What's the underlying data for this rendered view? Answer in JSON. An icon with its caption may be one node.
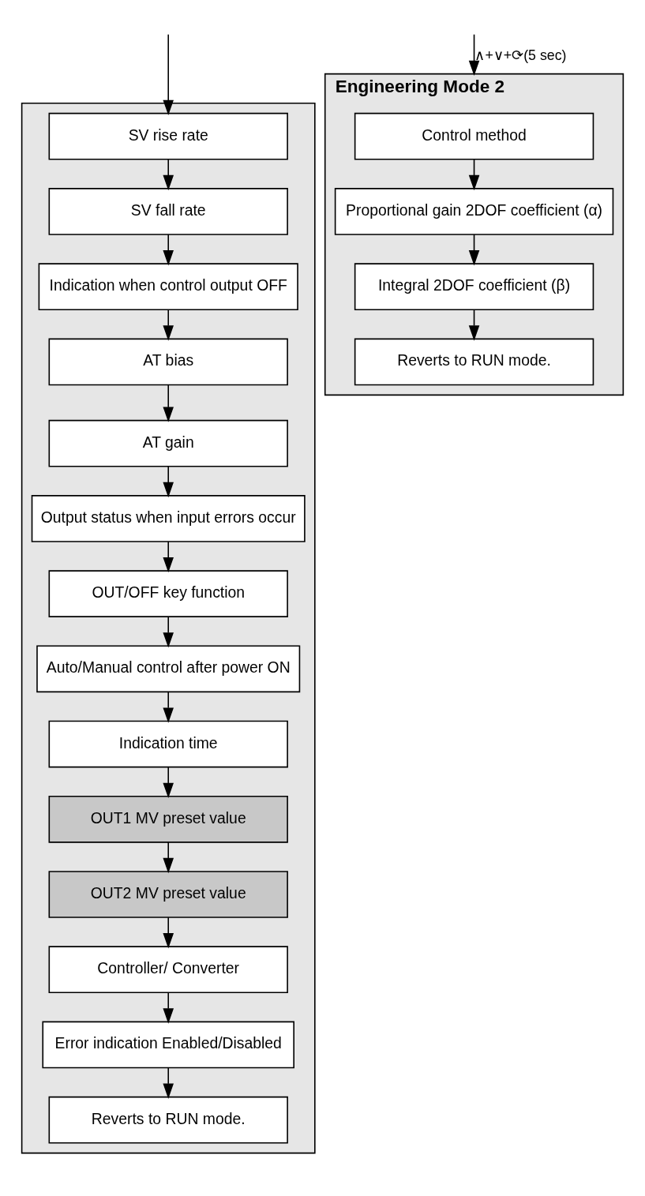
{
  "diagram": {
    "nodes": [
      {
        "text": [],
        "shape": "box"
      },
      {
        "text": [
          "SV rise rate"
        ],
        "in": 0
      },
      {
        "text": [
          "SV fall rate"
        ],
        "in": 0
      },
      {
        "text": [
          "Indication when control output OFF"
        ],
        "in": 0
      },
      {
        "text": [
          "AT bias"
        ],
        "in": 0
      },
      {
        "text": [
          "AT gain"
        ],
        "in": 0
      },
      {
        "text": [
          "Output status when input errors occur"
        ],
        "in": 0
      },
      {
        "text": [
          "OUT/OFF key function"
        ],
        "in": 0
      },
      {
        "text": [
          "Auto/Manual control after power ON"
        ],
        "in": 0
      },
      {
        "text": [
          "Indication time"
        ],
        "in": 0
      },
      {
        "text": [
          "OUT1 MV preset value"
        ],
        "in": 0
      },
      {
        "text": [
          "OUT2 MV preset value"
        ],
        "in": 0
      },
      {
        "text": [
          "Controller/ Converter"
        ],
        "in": 0
      },
      {
        "text": [
          "Error indication Enabled/Disabled"
        ],
        "in": 0
      },
      {
        "text": [
          "Reverts to RUN mode."
        ],
        "in": 0
      },
      {
        "text": [
          "Engineering Mode 2"
        ]
      },
      {
        "text": [
          "Control method"
        ],
        "in": 15
      },
      {
        "text": [
          "Proportional gain 2DOF coefficient (α)"
        ],
        "in": 15
      },
      {
        "text": [
          "Integral 2DOF coefficient (β)"
        ],
        "in": 15
      },
      {
        "text": [
          "Reverts to RUN mode."
        ],
        "in": 15
      }
    ],
    "edges": [
      {
        "from": null,
        "to": 1,
        "arrow": "to"
      },
      {
        "from": 1,
        "to": 2,
        "arrow": "to"
      },
      {
        "from": 2,
        "to": 3,
        "arrow": "to"
      },
      {
        "from": 3,
        "to": 4,
        "arrow": "to"
      },
      {
        "from": 4,
        "to": 5,
        "arrow": "to"
      },
      {
        "from": 5,
        "to": 6,
        "arrow": "to"
      },
      {
        "from": 6,
        "to": 7,
        "arrow": "to"
      },
      {
        "from": 7,
        "to": 8,
        "arrow": "to"
      },
      {
        "from": 8,
        "to": 9,
        "arrow": "to"
      },
      {
        "from": 9,
        "to": 10,
        "arrow": "to"
      },
      {
        "from": 10,
        "to": 11,
        "arrow": "to"
      },
      {
        "from": 11,
        "to": 12,
        "arrow": "to"
      },
      {
        "from": 12,
        "to": 13,
        "arrow": "to"
      },
      {
        "from": 13,
        "to": 14,
        "arrow": "to"
      },
      {
        "from": null,
        "to": 15,
        "arrow": "to",
        "label": "∧+∨+⟳(5 sec)"
      },
      {
        "from": 16,
        "to": 17,
        "arrow": "to"
      },
      {
        "from": 17,
        "to": 18,
        "arrow": "to"
      },
      {
        "from": 18,
        "to": 19,
        "arrow": "to"
      }
    ]
  }
}
